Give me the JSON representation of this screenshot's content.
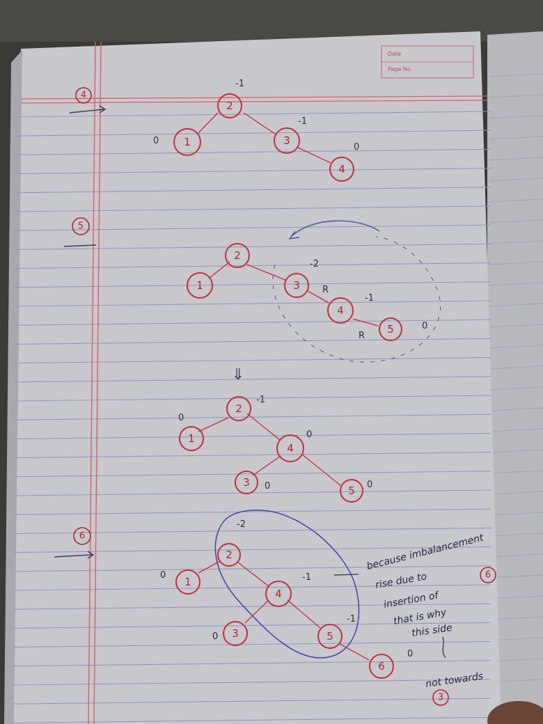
{
  "header_box": {
    "date_label": "Date",
    "page_label": "Page No."
  },
  "steps": [
    {
      "id": "4",
      "label": "4"
    },
    {
      "id": "5",
      "label": "5"
    },
    {
      "id": "6",
      "label": "6"
    }
  ],
  "tree4": {
    "nodes": [
      {
        "key": "n2",
        "label": "2",
        "bf": "-1"
      },
      {
        "key": "n1",
        "label": "1",
        "bf": "0"
      },
      {
        "key": "n3",
        "label": "3",
        "bf": "-1"
      },
      {
        "key": "n4",
        "label": "4",
        "bf": "0"
      }
    ]
  },
  "tree5a": {
    "nodes": [
      {
        "key": "n2",
        "label": "2"
      },
      {
        "key": "n1",
        "label": "1"
      },
      {
        "key": "n3",
        "label": "3",
        "bf": "-2"
      },
      {
        "key": "n4",
        "label": "4",
        "bf": "-1"
      },
      {
        "key": "n5",
        "label": "5",
        "bf": "0"
      }
    ],
    "rotation_marks": [
      "R",
      "R"
    ]
  },
  "arrow_down": "⇓",
  "tree5b": {
    "nodes": [
      {
        "key": "n2",
        "label": "2",
        "bf": "-1"
      },
      {
        "key": "n1",
        "label": "1",
        "bf": "0"
      },
      {
        "key": "n4",
        "label": "4",
        "bf": "0"
      },
      {
        "key": "n3",
        "label": "3",
        "bf": "0"
      },
      {
        "key": "n5",
        "label": "5",
        "bf": "0"
      }
    ]
  },
  "tree6": {
    "nodes": [
      {
        "key": "n2",
        "label": "2",
        "bf": "-2"
      },
      {
        "key": "n1",
        "label": "1",
        "bf": "0"
      },
      {
        "key": "n4",
        "label": "4",
        "bf": "-1"
      },
      {
        "key": "n3",
        "label": "3",
        "bf": "0"
      },
      {
        "key": "n5",
        "label": "5",
        "bf": "-1"
      },
      {
        "key": "n6",
        "label": "6",
        "bf": "0"
      }
    ]
  },
  "note6": {
    "lines": [
      "because imbalancement",
      "rise due to",
      "insertion of",
      "that is why",
      "this side",
      "not towards"
    ],
    "ref_circle": "6",
    "ref_circle_bottom": "3"
  }
}
